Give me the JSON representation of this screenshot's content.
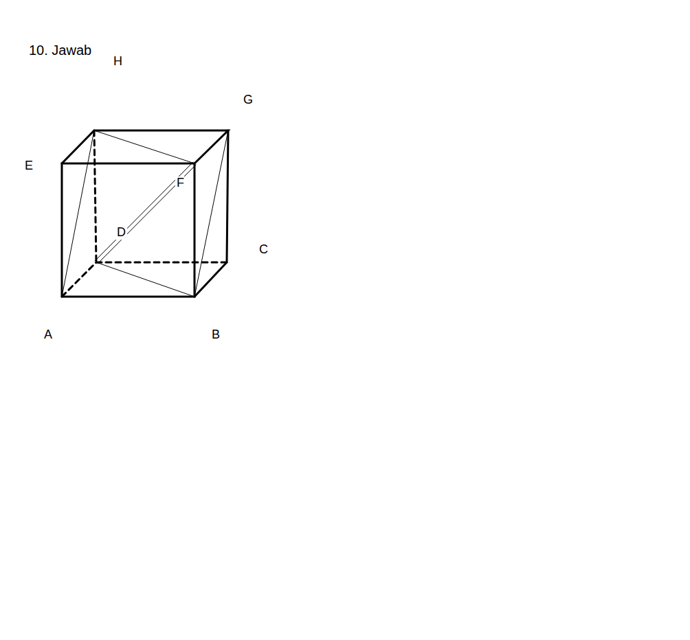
{
  "diagram": {
    "labels": [
      "10. Jawab",
      "H",
      "G",
      "E",
      "F",
      "D",
      "C",
      "A",
      "B"
    ]
  }
}
